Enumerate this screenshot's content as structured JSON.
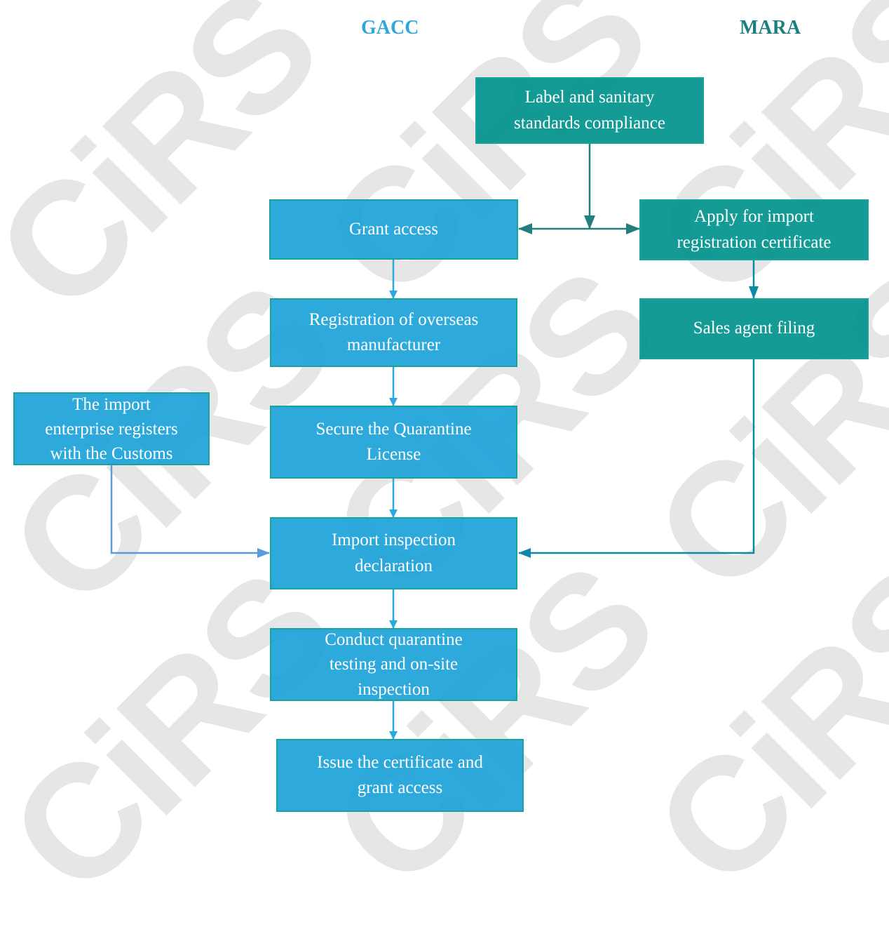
{
  "lanes": {
    "gacc": "GACC",
    "mara": "MARA"
  },
  "watermark": "CiRS",
  "nodes": {
    "label_compliance": [
      "Label and sanitary",
      "standards compliance"
    ],
    "grant_access": [
      "Grant access"
    ],
    "apply_registration": [
      "Apply for import",
      "registration certificate"
    ],
    "registration_overseas": [
      "Registration of overseas",
      "manufacturer"
    ],
    "sales_agent": [
      "Sales agent filing"
    ],
    "import_enterprise": [
      "The import",
      "enterprise registers",
      "with the Customs"
    ],
    "quarantine_license": [
      "Secure the Quarantine",
      "License"
    ],
    "inspection_declaration": [
      "Import inspection",
      "declaration"
    ],
    "quarantine_testing": [
      "Conduct quarantine",
      "testing and on-site",
      "inspection"
    ],
    "issue_certificate": [
      "Issue the certificate and",
      "grant access"
    ]
  },
  "colors": {
    "gacc": "#2ea8dc",
    "mara": "#1a7f7f",
    "blue_box": "#2aaadc",
    "teal_box": "#139e9a",
    "teal_arrow": "#227f7f",
    "blue_arrow": "#2aaadc",
    "left_arrow": "#5b9bd9",
    "right_arrow": "#0a8aa6"
  }
}
